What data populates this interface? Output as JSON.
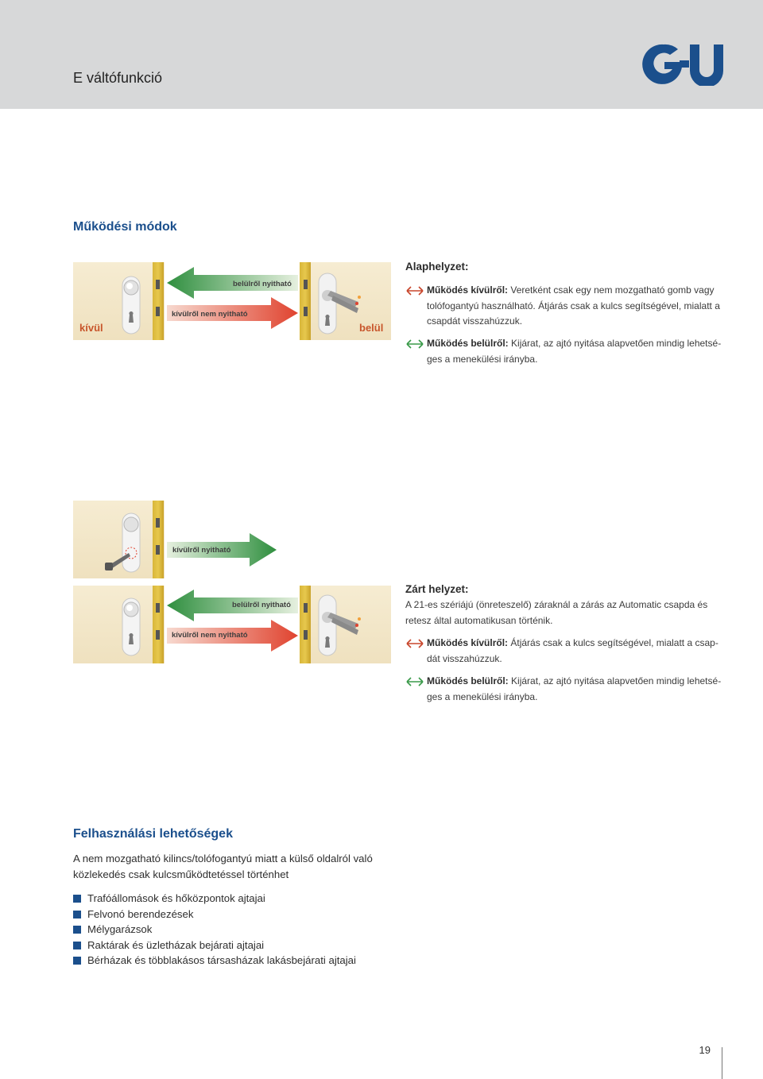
{
  "header": {
    "title": "E váltófunkció",
    "logo_text": "G-U"
  },
  "section1": {
    "title": "Működési módok"
  },
  "diagram1": {
    "outside_label": "kívül",
    "inside_label": "belül",
    "arrow_left_label": "belülről nyitható",
    "arrow_right_label": "kívülről nem nyitható"
  },
  "diagram2": {
    "arrow_top_label": "kívülről nyitható",
    "arrow_left_label": "belülről nyitható",
    "arrow_right_label": "kívülről nem nyitható"
  },
  "block1": {
    "heading": "Alaphelyzet:",
    "item1_label": "Működés kívülről:",
    "item1_line1": "Veretként csak egy nem mozgatható gomb vagy",
    "item1_line2": "tolófogantyú használható. Átjárás csak a kulcs segítségével, mialatt a",
    "item1_line3": "csapdát visszahúzzuk.",
    "item2_label": "Működés belülről:",
    "item2_line1": "Kijárat, az ajtó nyitása alapvetően mindig lehetsé-",
    "item2_line2": "ges a menekülési irányba."
  },
  "block2": {
    "heading": "Zárt helyzet:",
    "intro_line1": "A 21-es szériájú (önreteszelő) záraknál a zárás az Automatic csapda és",
    "intro_line2": "retesz által automatikusan történik.",
    "item1_label": "Működés kívülről:",
    "item1_line1": "Átjárás csak a kulcs segítségével, mialatt a csap-",
    "item1_line2": "dát visszahúzzuk.",
    "item2_label": "Működés belülről:",
    "item2_line1": "Kijárat, az ajtó nyitása alapvetően mindig lehetsé-",
    "item2_line2": "ges a menekülési irányba."
  },
  "section2": {
    "title": "Felhasználási lehetőségek",
    "intro_line1": "A nem mozgatható kilincs/tolófogantyú miatt a külső oldalról való",
    "intro_line2": "közlekedés csak kulcsműködtetéssel történhet",
    "bullets": [
      "Trafóállomások és hőközpontok ajtajai",
      "Felvonó berendezések",
      "Mélygarázsok",
      "Raktárak és üzletházak bejárati ajtajai",
      "Bérházak és többlakásos társasházak lakásbejárati ajtajai"
    ]
  },
  "footer": {
    "page_number": "19"
  },
  "colors": {
    "brand_blue": "#1b4f8c",
    "header_gray": "#d7d8d9",
    "arrow_green": "#3a9a4a",
    "arrow_red": "#e0432f",
    "accent_orange": "#c8562c"
  }
}
